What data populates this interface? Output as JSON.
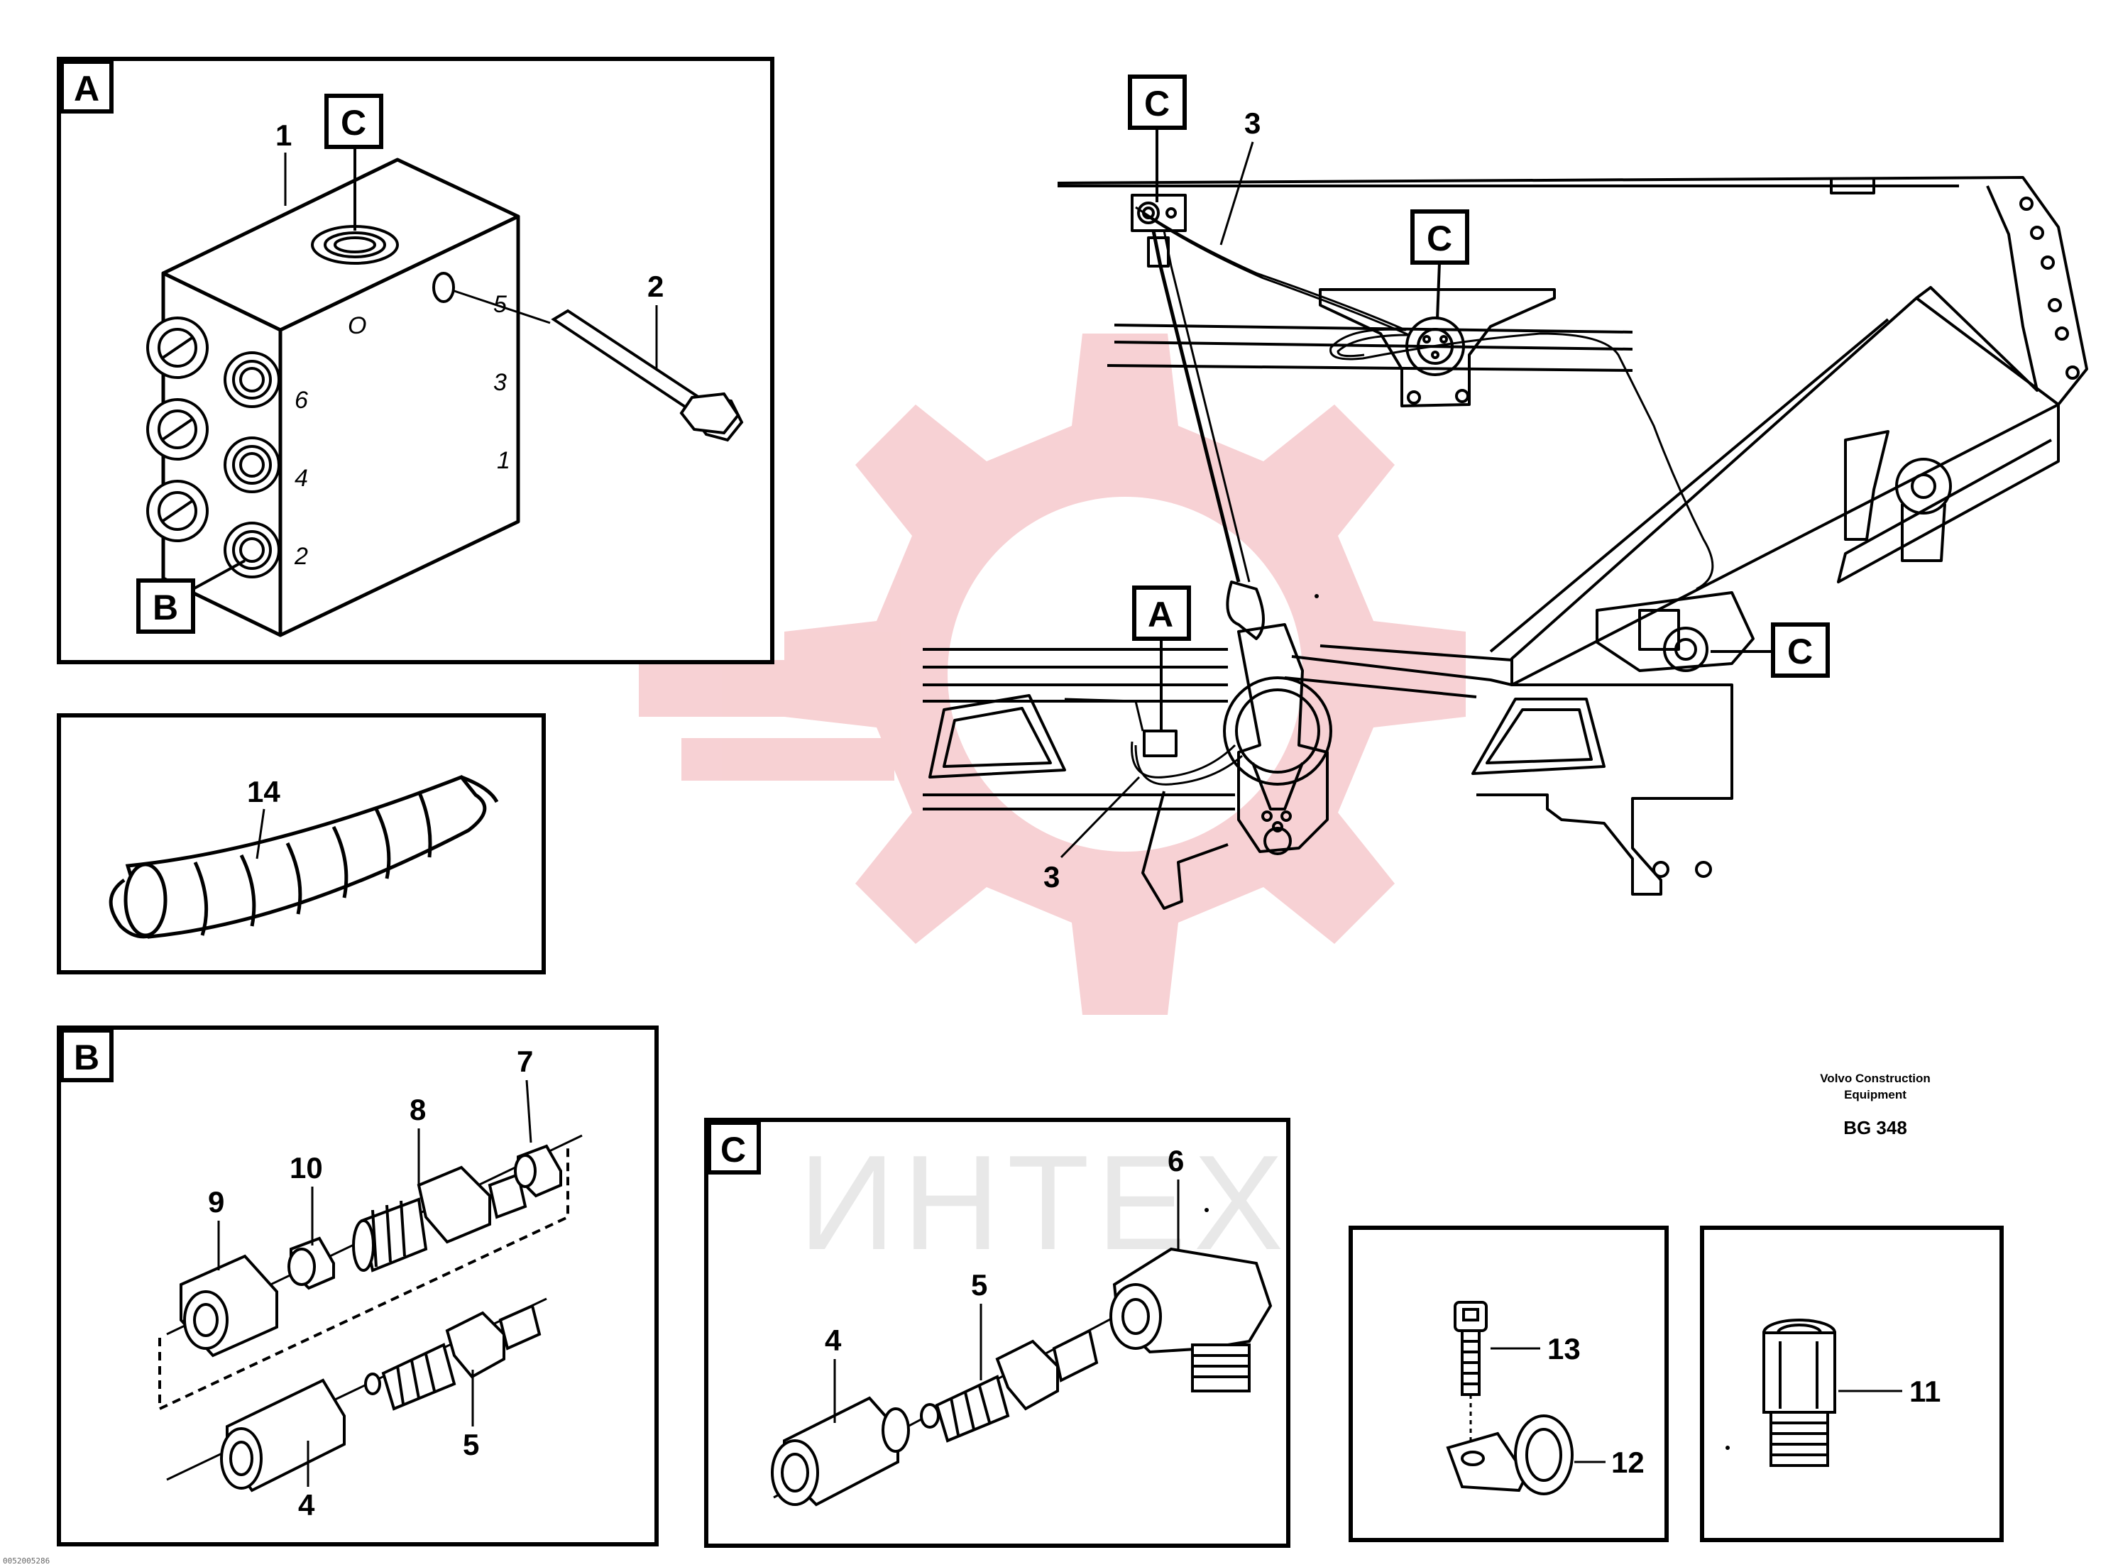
{
  "watermark": {
    "text": "ИНТЕХ",
    "gear_color": "#f6c9cc"
  },
  "footer": {
    "corner_id": "0052005286"
  },
  "title_block": {
    "maker_line1": "Volvo Construction",
    "maker_line2": "Equipment",
    "code": "BG 348"
  },
  "panel_a": {
    "letter": "A",
    "callouts": {
      "c": "C",
      "b": "B"
    },
    "labels": {
      "one": "1",
      "two": "2"
    },
    "port_numbers": [
      "6",
      "4",
      "2",
      "5",
      "3",
      "1"
    ],
    "face_mark": "O"
  },
  "panel_hose": {
    "label": "14"
  },
  "panel_b": {
    "letter": "B",
    "labels": [
      "9",
      "10",
      "8",
      "7",
      "5",
      "4"
    ]
  },
  "panel_c": {
    "letter": "C",
    "labels": [
      "4",
      "5",
      "6"
    ]
  },
  "panel_clamp": {
    "labels": [
      "13",
      "12"
    ]
  },
  "panel_adapter": {
    "label": "11"
  },
  "main_view": {
    "callouts": [
      "C",
      "C",
      "C",
      "A"
    ],
    "labels": [
      "3",
      "3"
    ]
  }
}
